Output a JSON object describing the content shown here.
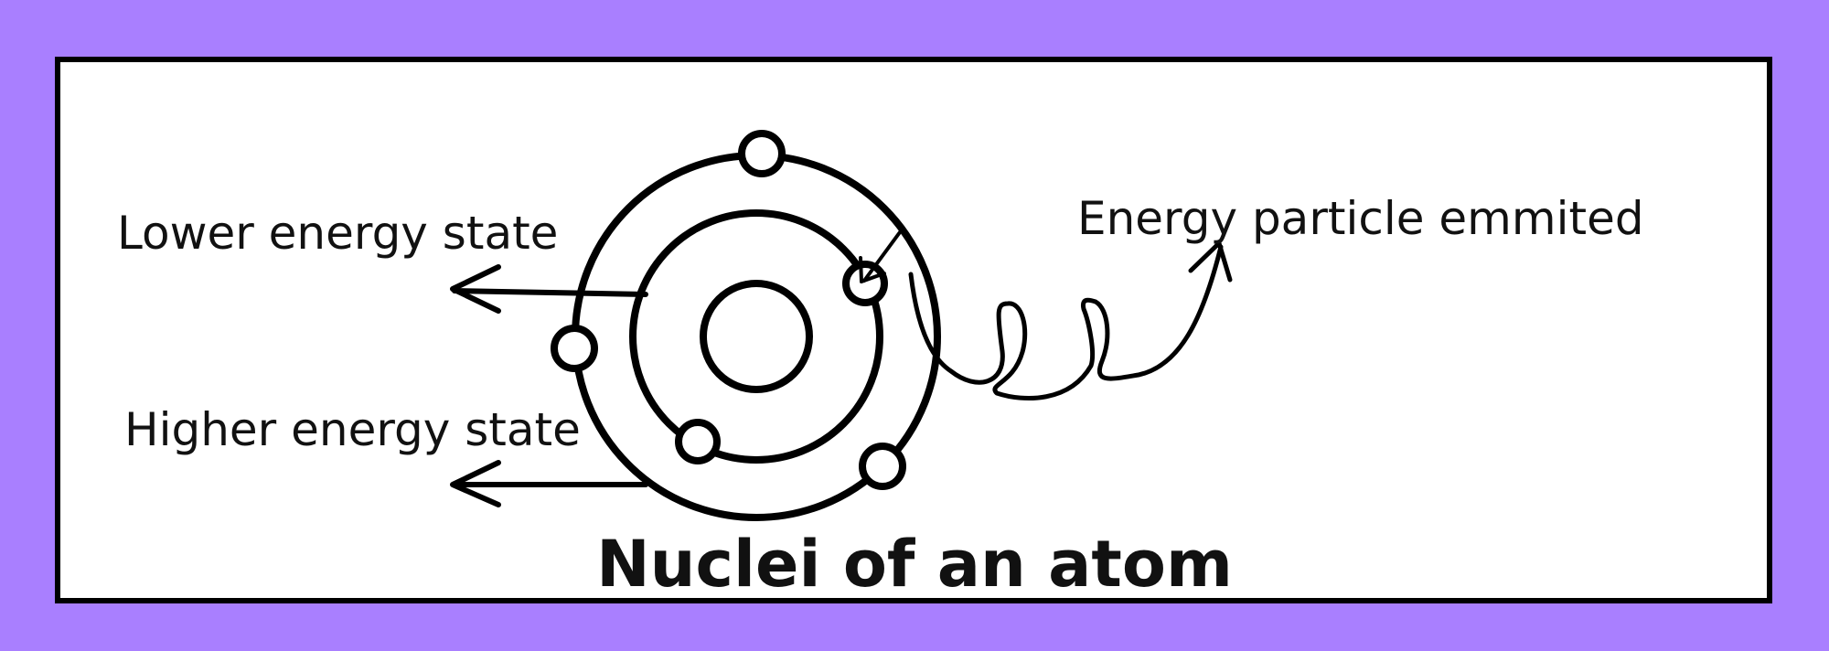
{
  "colors": {
    "background": "#a97fff",
    "panel": "#ffffff",
    "ink": "#000000"
  },
  "labels": {
    "lower_state": "Lower energy state",
    "higher_state": "Higher energy state",
    "emitted": "Energy particle emmited"
  },
  "title": "Nuclei of an atom"
}
